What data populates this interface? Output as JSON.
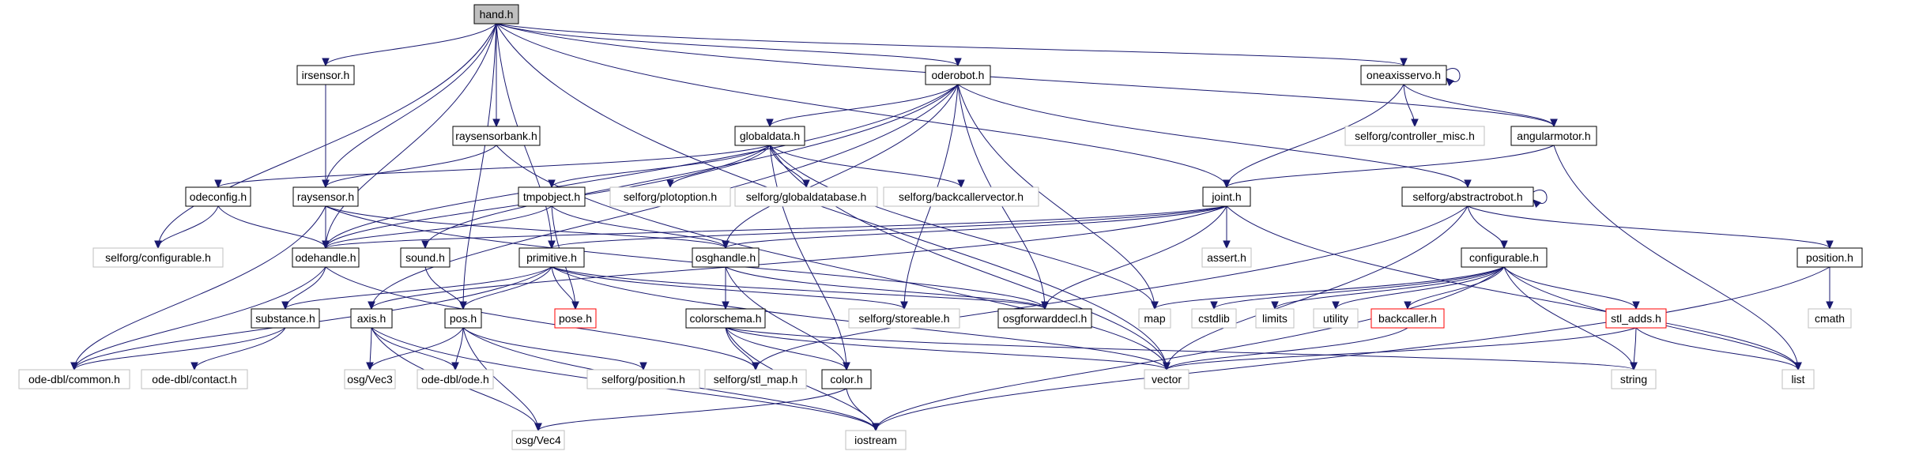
{
  "graph": {
    "colors": {
      "edge": "#191970",
      "current_fill": "#bfbfbf",
      "internal_border": "#000000",
      "external_border": "#bfbfbf",
      "missing_border": "#ff0000"
    },
    "nodes": [
      {
        "id": "hand_h",
        "label": "hand.h",
        "kind": "current"
      },
      {
        "id": "irsensor_h",
        "label": "irsensor.h",
        "kind": "internal"
      },
      {
        "id": "oderobot_h",
        "label": "oderobot.h",
        "kind": "internal"
      },
      {
        "id": "oneaxisservo_h",
        "label": "oneaxisservo.h",
        "kind": "internal"
      },
      {
        "id": "raysensorbank_h",
        "label": "raysensorbank.h",
        "kind": "internal"
      },
      {
        "id": "globaldata_h",
        "label": "globaldata.h",
        "kind": "internal"
      },
      {
        "id": "selforg_controller_misc_h",
        "label": "selforg/controller_misc.h",
        "kind": "external"
      },
      {
        "id": "angularmotor_h",
        "label": "angularmotor.h",
        "kind": "internal"
      },
      {
        "id": "odeconfig_h",
        "label": "odeconfig.h",
        "kind": "internal"
      },
      {
        "id": "raysensor_h",
        "label": "raysensor.h",
        "kind": "internal"
      },
      {
        "id": "tmpobject_h",
        "label": "tmpobject.h",
        "kind": "internal"
      },
      {
        "id": "selforg_plotoption_h",
        "label": "selforg/plotoption.h",
        "kind": "external"
      },
      {
        "id": "selforg_globaldatabase_h",
        "label": "selforg/globaldatabase.h",
        "kind": "external"
      },
      {
        "id": "selforg_backcallervector_h",
        "label": "selforg/backcallervector.h",
        "kind": "external"
      },
      {
        "id": "joint_h",
        "label": "joint.h",
        "kind": "internal"
      },
      {
        "id": "selforg_abstractrobot_h",
        "label": "selforg/abstractrobot.h",
        "kind": "internal"
      },
      {
        "id": "selforg_configurable_h",
        "label": "selforg/configurable.h",
        "kind": "external"
      },
      {
        "id": "odehandle_h",
        "label": "odehandle.h",
        "kind": "internal"
      },
      {
        "id": "sound_h",
        "label": "sound.h",
        "kind": "internal"
      },
      {
        "id": "primitive_h",
        "label": "primitive.h",
        "kind": "internal"
      },
      {
        "id": "osghandle_h",
        "label": "osghandle.h",
        "kind": "internal"
      },
      {
        "id": "assert_h",
        "label": "assert.h",
        "kind": "external"
      },
      {
        "id": "configurable_h",
        "label": "configurable.h",
        "kind": "internal"
      },
      {
        "id": "position_h",
        "label": "position.h",
        "kind": "internal"
      },
      {
        "id": "substance_h",
        "label": "substance.h",
        "kind": "internal"
      },
      {
        "id": "axis_h",
        "label": "axis.h",
        "kind": "internal"
      },
      {
        "id": "pos_h",
        "label": "pos.h",
        "kind": "internal"
      },
      {
        "id": "pose_h",
        "label": "pose.h",
        "kind": "missing"
      },
      {
        "id": "colorschema_h",
        "label": "colorschema.h",
        "kind": "internal"
      },
      {
        "id": "selforg_storeable_h",
        "label": "selforg/storeable.h",
        "kind": "external"
      },
      {
        "id": "osgforwarddecl_h",
        "label": "osgforwarddecl.h",
        "kind": "internal"
      },
      {
        "id": "map",
        "label": "map",
        "kind": "external"
      },
      {
        "id": "cstdlib",
        "label": "cstdlib",
        "kind": "external"
      },
      {
        "id": "limits",
        "label": "limits",
        "kind": "external"
      },
      {
        "id": "utility",
        "label": "utility",
        "kind": "external"
      },
      {
        "id": "backcaller_h",
        "label": "backcaller.h",
        "kind": "missing"
      },
      {
        "id": "stl_adds_h",
        "label": "stl_adds.h",
        "kind": "missing"
      },
      {
        "id": "cmath",
        "label": "cmath",
        "kind": "external"
      },
      {
        "id": "ode_dbl_common_h",
        "label": "ode-dbl/common.h",
        "kind": "external"
      },
      {
        "id": "ode_dbl_contact_h",
        "label": "ode-dbl/contact.h",
        "kind": "external"
      },
      {
        "id": "osg_vec3",
        "label": "osg/Vec3",
        "kind": "external"
      },
      {
        "id": "ode_dbl_ode_h",
        "label": "ode-dbl/ode.h",
        "kind": "external"
      },
      {
        "id": "selforg_position_h",
        "label": "selforg/position.h",
        "kind": "external"
      },
      {
        "id": "selforg_stl_map_h",
        "label": "selforg/stl_map.h",
        "kind": "external"
      },
      {
        "id": "color_h",
        "label": "color.h",
        "kind": "internal"
      },
      {
        "id": "vector",
        "label": "vector",
        "kind": "external"
      },
      {
        "id": "string",
        "label": "string",
        "kind": "external"
      },
      {
        "id": "list",
        "label": "list",
        "kind": "external"
      },
      {
        "id": "osg_vec4",
        "label": "osg/Vec4",
        "kind": "external"
      },
      {
        "id": "iostream",
        "label": "iostream",
        "kind": "external"
      }
    ],
    "edges": [
      [
        "hand_h",
        "irsensor_h"
      ],
      [
        "hand_h",
        "oderobot_h"
      ],
      [
        "hand_h",
        "oneaxisservo_h"
      ],
      [
        "hand_h",
        "raysensorbank_h"
      ],
      [
        "hand_h",
        "angularmotor_h"
      ],
      [
        "hand_h",
        "raysensor_h"
      ],
      [
        "hand_h",
        "joint_h"
      ],
      [
        "hand_h",
        "selforg_configurable_h"
      ],
      [
        "hand_h",
        "odehandle_h"
      ],
      [
        "hand_h",
        "primitive_h"
      ],
      [
        "hand_h",
        "pos_h"
      ],
      [
        "hand_h",
        "vector"
      ],
      [
        "irsensor_h",
        "raysensor_h"
      ],
      [
        "oderobot_h",
        "globaldata_h"
      ],
      [
        "oderobot_h",
        "selforg_abstractrobot_h"
      ],
      [
        "oderobot_h",
        "odehandle_h"
      ],
      [
        "oderobot_h",
        "osghandle_h"
      ],
      [
        "oderobot_h",
        "osgforwarddecl_h"
      ],
      [
        "oderobot_h",
        "selforg_storeable_h"
      ],
      [
        "oderobot_h",
        "map"
      ],
      [
        "oderobot_h",
        "sound_h"
      ],
      [
        "oderobot_h",
        "axis_h"
      ],
      [
        "oneaxisservo_h",
        "oneaxisservo_h"
      ],
      [
        "oneaxisservo_h",
        "selforg_controller_misc_h"
      ],
      [
        "oneaxisservo_h",
        "angularmotor_h"
      ],
      [
        "oneaxisservo_h",
        "joint_h"
      ],
      [
        "raysensorbank_h",
        "raysensor_h"
      ],
      [
        "raysensorbank_h",
        "vector"
      ],
      [
        "globaldata_h",
        "odeconfig_h"
      ],
      [
        "globaldata_h",
        "tmpobject_h"
      ],
      [
        "globaldata_h",
        "selforg_plotoption_h"
      ],
      [
        "globaldata_h",
        "selforg_globaldatabase_h"
      ],
      [
        "globaldata_h",
        "selforg_backcallervector_h"
      ],
      [
        "globaldata_h",
        "odehandle_h"
      ],
      [
        "globaldata_h",
        "vector"
      ],
      [
        "globaldata_h",
        "map"
      ],
      [
        "globaldata_h",
        "color_h"
      ],
      [
        "angularmotor_h",
        "joint_h"
      ],
      [
        "angularmotor_h",
        "list"
      ],
      [
        "odeconfig_h",
        "selforg_configurable_h"
      ],
      [
        "odeconfig_h",
        "odehandle_h"
      ],
      [
        "raysensor_h",
        "odehandle_h"
      ],
      [
        "raysensor_h",
        "osghandle_h"
      ],
      [
        "raysensor_h",
        "ode_dbl_common_h"
      ],
      [
        "raysensor_h",
        "osgforwarddecl_h"
      ],
      [
        "tmpobject_h",
        "odehandle_h"
      ],
      [
        "tmpobject_h",
        "osghandle_h"
      ],
      [
        "tmpobject_h",
        "pose_h"
      ],
      [
        "joint_h",
        "primitive_h"
      ],
      [
        "joint_h",
        "osghandle_h"
      ],
      [
        "joint_h",
        "assert_h"
      ],
      [
        "joint_h",
        "osgforwarddecl_h"
      ],
      [
        "joint_h",
        "odehandle_h"
      ],
      [
        "joint_h",
        "list"
      ],
      [
        "joint_h",
        "axis_h"
      ],
      [
        "selforg_abstractrobot_h",
        "selforg_abstractrobot_h"
      ],
      [
        "selforg_abstractrobot_h",
        "configurable_h"
      ],
      [
        "selforg_abstractrobot_h",
        "position_h"
      ],
      [
        "selforg_abstractrobot_h",
        "vector"
      ],
      [
        "selforg_abstractrobot_h",
        "selforg_stl_map_h"
      ],
      [
        "odehandle_h",
        "substance_h"
      ],
      [
        "odehandle_h",
        "ode_dbl_common_h"
      ],
      [
        "odehandle_h",
        "selforg_stl_map_h"
      ],
      [
        "sound_h",
        "pos_h"
      ],
      [
        "primitive_h",
        "pose_h"
      ],
      [
        "primitive_h",
        "substance_h"
      ],
      [
        "primitive_h",
        "pos_h"
      ],
      [
        "primitive_h",
        "selforg_storeable_h"
      ],
      [
        "primitive_h",
        "osgforwarddecl_h"
      ],
      [
        "primitive_h",
        "vector"
      ],
      [
        "primitive_h",
        "ode_dbl_common_h"
      ],
      [
        "osghandle_h",
        "colorschema_h"
      ],
      [
        "osghandle_h",
        "osgforwarddecl_h"
      ],
      [
        "osghandle_h",
        "color_h"
      ],
      [
        "configurable_h",
        "map"
      ],
      [
        "configurable_h",
        "cstdlib"
      ],
      [
        "configurable_h",
        "limits"
      ],
      [
        "configurable_h",
        "utility"
      ],
      [
        "configurable_h",
        "backcaller_h"
      ],
      [
        "configurable_h",
        "stl_adds_h"
      ],
      [
        "configurable_h",
        "string"
      ],
      [
        "configurable_h",
        "list"
      ],
      [
        "configurable_h",
        "iostream"
      ],
      [
        "position_h",
        "cmath"
      ],
      [
        "position_h",
        "iostream"
      ],
      [
        "substance_h",
        "ode_dbl_common_h"
      ],
      [
        "substance_h",
        "ode_dbl_contact_h"
      ],
      [
        "axis_h",
        "osg_vec3"
      ],
      [
        "axis_h",
        "ode_dbl_ode_h"
      ],
      [
        "axis_h",
        "osg_vec4"
      ],
      [
        "axis_h",
        "iostream"
      ],
      [
        "pos_h",
        "osg_vec3"
      ],
      [
        "pos_h",
        "ode_dbl_ode_h"
      ],
      [
        "pos_h",
        "osg_vec4"
      ],
      [
        "pos_h",
        "selforg_position_h"
      ],
      [
        "pos_h",
        "iostream"
      ],
      [
        "colorschema_h",
        "selforg_stl_map_h"
      ],
      [
        "colorschema_h",
        "color_h"
      ],
      [
        "colorschema_h",
        "string"
      ],
      [
        "colorschema_h",
        "vector"
      ],
      [
        "colorschema_h",
        "iostream"
      ],
      [
        "color_h",
        "osg_vec4"
      ],
      [
        "color_h",
        "iostream"
      ],
      [
        "backcaller_h",
        "vector"
      ],
      [
        "stl_adds_h",
        "list"
      ],
      [
        "stl_adds_h",
        "string"
      ],
      [
        "stl_adds_h",
        "vector"
      ]
    ]
  }
}
